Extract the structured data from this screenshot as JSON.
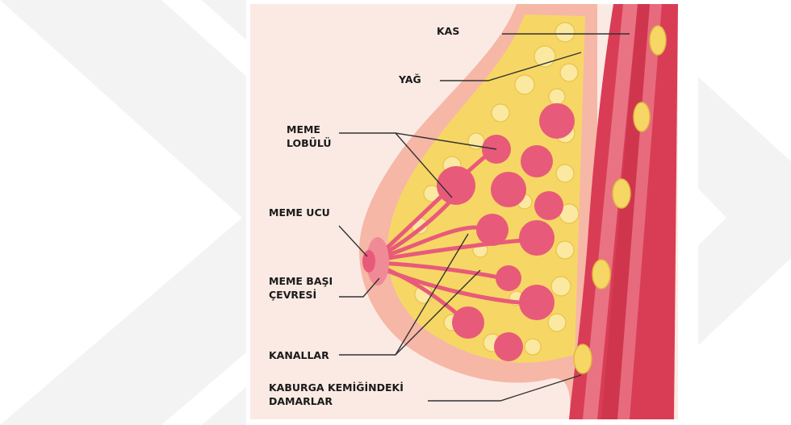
{
  "labels": {
    "kas": "KAS",
    "yag": "YAĞ",
    "meme_lobulu": [
      "MEME",
      "LOBÜLÜ"
    ],
    "meme_ucu": "MEME UCU",
    "meme_basi_cevresi": [
      "MEME BAŞI",
      "ÇEVRESİ"
    ],
    "kanallar": "KANALLAR",
    "kaburga_kemigindeki_damarlar": [
      "KABURGA KEMİĞİNDEKİ",
      "DAMARLAR"
    ]
  },
  "colors": {
    "skin": "#f6b7a7",
    "fat": "#f6d765",
    "fat_light": "#fbe9a1",
    "lobule": "#e85a7a",
    "muscle": "#d93d55",
    "muscle_light": "#f08a96",
    "background_tint": "#fbeae4",
    "watermark": "#f2f2f2"
  }
}
